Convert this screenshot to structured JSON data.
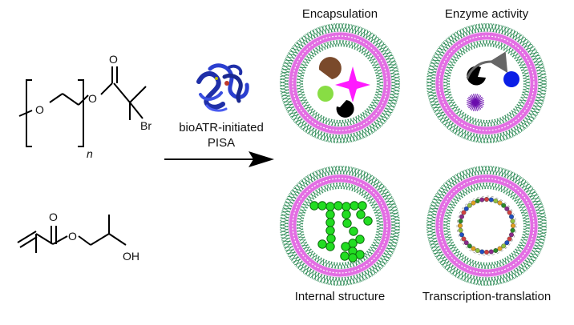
{
  "labels": {
    "n": "n",
    "br": "Br",
    "oh": "OH",
    "reaction_line1": "bioATR-initiated",
    "reaction_line2": "PISA",
    "panel_encapsulation": "Encapsulation",
    "panel_enzyme": "Enzyme activity",
    "panel_structure": "Internal structure",
    "panel_transcription": "Transcription-translation"
  },
  "colors": {
    "membrane_outer": "#2e8b57",
    "membrane_pink": "#e36ee3",
    "membrane_core": "#f3c6f3",
    "protein": "#1f2fa8",
    "star_magenta": "#ff1aff",
    "green_bead": "#22dd22",
    "blue_ball": "#0a1ee6",
    "brown_cargo": "#7a4a2b",
    "light_green": "#88dd44",
    "purple_burst": "#6a0dad"
  },
  "icons": [
    "protein-structure-icon",
    "reaction-arrow-icon"
  ]
}
